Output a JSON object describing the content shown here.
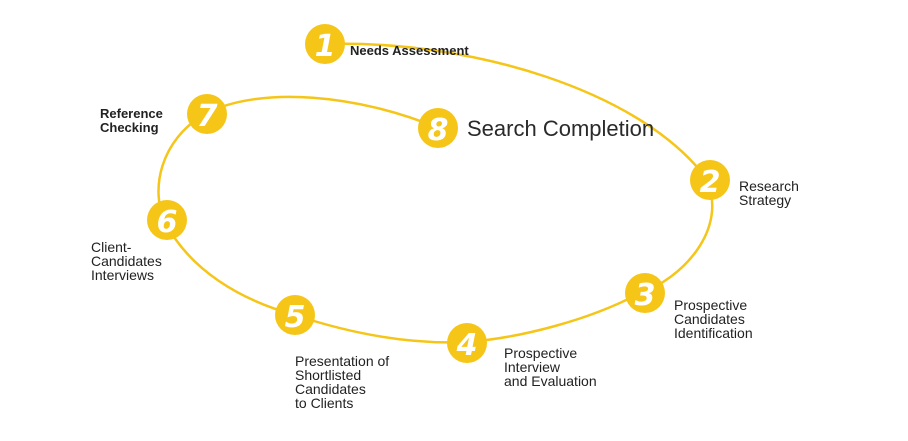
{
  "colors": {
    "accent": "#F5C518",
    "text": "#222222"
  },
  "steps": [
    {
      "number": "1",
      "label": "Needs Assessment"
    },
    {
      "number": "2",
      "label": "Research\nStrategy"
    },
    {
      "number": "3",
      "label": "Prospective\nCandidates\nIdentification"
    },
    {
      "number": "4",
      "label": "Prospective\nInterview\nand Evaluation"
    },
    {
      "number": "5",
      "label": "Presentation of\nShortlisted\nCandidates\nto Clients"
    },
    {
      "number": "6",
      "label": "Client-\nCandidates\nInterviews"
    },
    {
      "number": "7",
      "label": "Reference\nChecking"
    },
    {
      "number": "8",
      "label": "Search Completion"
    }
  ]
}
